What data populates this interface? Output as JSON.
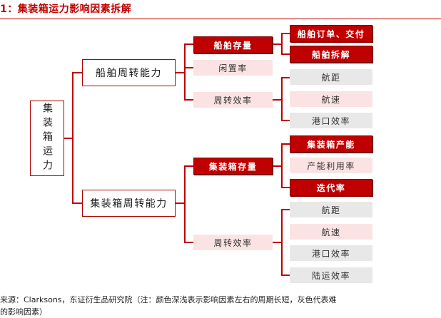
{
  "title": "1：集装箱运力影响因素拆解",
  "root": "集装箱运力",
  "branch1": {
    "label": "船舶周转能力",
    "sub1": {
      "label": "船舶存量",
      "children": [
        "船舶订单、交付",
        "船舶拆解"
      ]
    },
    "sub2": {
      "label": "闲置率"
    },
    "sub3": {
      "label": "周转效率",
      "children": [
        "航距",
        "航速",
        "港口效率"
      ]
    }
  },
  "branch2": {
    "label": "集装箱周转能力",
    "sub1": {
      "label": "集装箱存量",
      "children": [
        "集装箱产能",
        "产能利用率",
        "迭代率"
      ]
    },
    "sub2": {
      "label": "周转效率",
      "children": [
        "航距",
        "航速",
        "港口效率",
        "陆运效率"
      ]
    }
  },
  "source": {
    "line1": "来源：Clarksons，东证衍生品研究院（注：颜色深浅表示影响因素左右的周期长短，灰色代表难",
    "line2": "的影响因素）"
  }
}
